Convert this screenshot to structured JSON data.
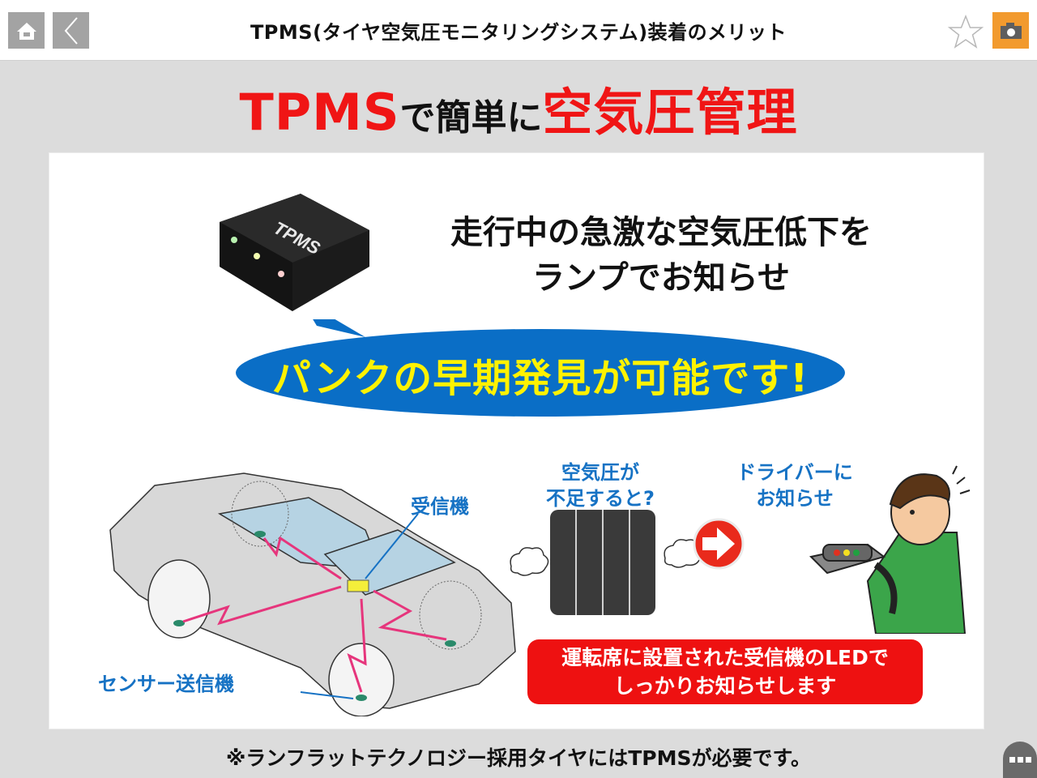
{
  "topbar": {
    "title": "TPMS(タイヤ空気圧モニタリングシステム)装着のメリット",
    "home_icon": "home-icon",
    "back_icon": "chevron-left-icon",
    "favorite_icon": "star-outline-icon",
    "screenshot_icon": "camera-icon",
    "colors": {
      "nav_button": "#a3a3a3",
      "camera_button": "#f29a2e"
    }
  },
  "headline": {
    "part1": "TPMS",
    "part2": "で簡単に",
    "part3": "空気圧管理",
    "colors": {
      "accent": "#f01515",
      "text": "#111111"
    }
  },
  "panel": {
    "device_label": "TPMS",
    "lead_line1": "走行中の急激な空気圧低下を",
    "lead_line2": "ランプでお知らせ",
    "bubble_text": "パンクの早期発見が可能です!",
    "bubble_color": "#0a6ec6",
    "bubble_text_color": "#fff200",
    "car_diagram": {
      "receiver_label": "受信機",
      "sensor_label": "センサー送信機"
    },
    "flow": {
      "step1_line1": "空気圧が",
      "step1_line2": "不足すると?",
      "step2_line1": "ドライバーに",
      "step2_line2": "お知らせ",
      "arrow_icon": "arrow-right-circle-icon"
    },
    "notice_line1": "運転席に設置された受信機のLEDで",
    "notice_line2": "しっかりお知らせします",
    "notice_color": "#ee1111"
  },
  "footer": {
    "note": "※ランフラットテクノロジー採用タイヤにはTPMSが必要です。",
    "more_icon": "more-dots-icon"
  }
}
